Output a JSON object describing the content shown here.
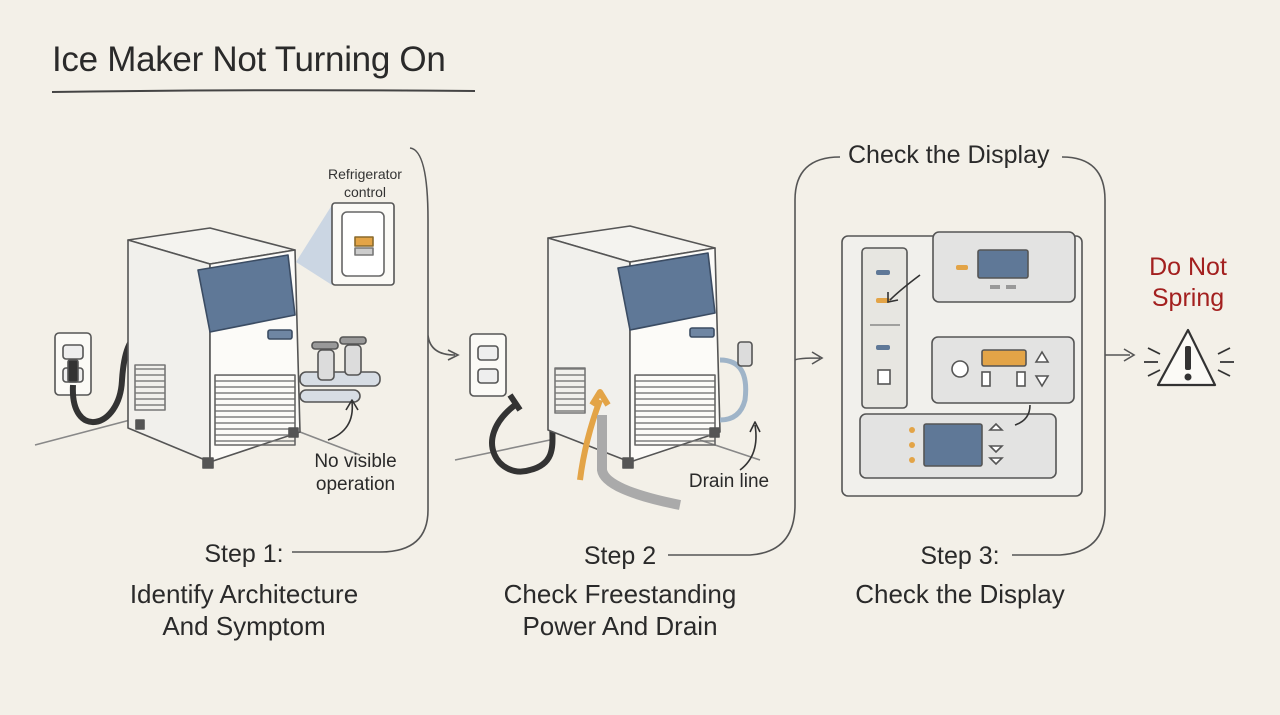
{
  "title": "Ice Maker Not Turning On",
  "steps": [
    {
      "label": "Step 1:",
      "description_line1": "Identify Architecture",
      "description_line2": "And Symptom",
      "callouts": {
        "top_line1": "Refrigerator",
        "top_line2": "control",
        "bottom_line1": "No visible",
        "bottom_line2": "operation"
      }
    },
    {
      "label": "Step 2",
      "description_line1": "Check Freestanding",
      "description_line2": "Power And Drain",
      "callouts": {
        "drain": "Drain line"
      }
    },
    {
      "label": "Step 3:",
      "description_line1": "Check the Display",
      "panel_title": "Check the Display"
    }
  ],
  "warning": {
    "line1": "Do Not",
    "line2": "Spring",
    "icon": "warning-triangle-icon"
  },
  "colors": {
    "background": "#f3f0e8",
    "ink": "#3a3a3a",
    "screen_blue": "#5f7897",
    "amber": "#e3a447",
    "warning_red": "#a3201f"
  }
}
